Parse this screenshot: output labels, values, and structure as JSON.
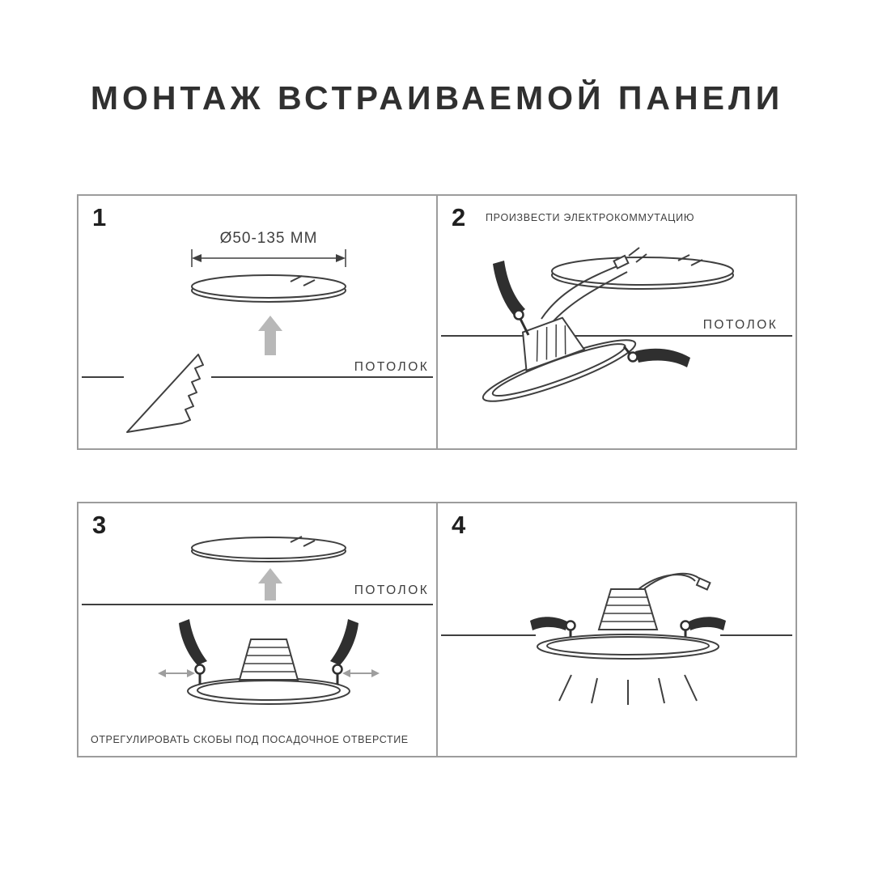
{
  "title": "МОНТАЖ ВСТРАИВАЕМОЙ ПАНЕЛИ",
  "panels": {
    "step1": {
      "number": "1",
      "dimension_label": "Ø50-135 ММ",
      "ceiling_label": "ПОТОЛОК"
    },
    "step2": {
      "number": "2",
      "caption": "ПРОИЗВЕСТИ ЭЛЕКТРОКОММУТАЦИЮ",
      "ceiling_label": "ПОТОЛОК"
    },
    "step3": {
      "number": "3",
      "ceiling_label": "ПОТОЛОК",
      "caption": "ОТРЕГУЛИРОВАТЬ СКОБЫ ПОД ПОСАДОЧНОЕ ОТВЕРСТИЕ"
    },
    "step4": {
      "number": "4"
    }
  },
  "colors": {
    "line": "#3f3f3f",
    "clip": "#2f2f2f",
    "gray_arrow": "#b8b8b8",
    "panel_border": "#9c9c9c",
    "title_text": "#303030"
  }
}
